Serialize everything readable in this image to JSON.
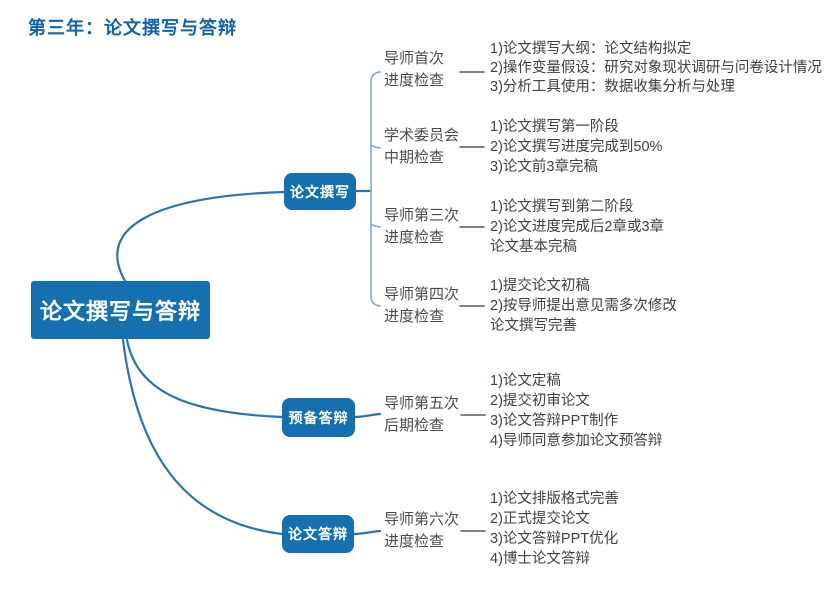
{
  "title": "第三年：论文撰写与答辩",
  "root": {
    "label": "论文撰写与答辩"
  },
  "colors": {
    "node_blue": "#1470AE",
    "title_blue": "#1463A6",
    "curve_blue": "#2B74AF",
    "bracket_blue": "#85AFD4",
    "connector_gray": "#565C61",
    "label_gray": "#474D51",
    "detail_gray": "#3D4245",
    "background": "#FFFFFF"
  },
  "branches": [
    {
      "label": "论文撰写",
      "children": [
        {
          "label_lines": [
            "导师首次",
            "进度检查"
          ],
          "details": [
            "1)论文撰写大纲：论文结构拟定",
            "2)操作变量假设：研究对象现状调研与问卷设计情况",
            "3)分析工具使用：数据收集分析与处理"
          ]
        },
        {
          "label_lines": [
            "学术委员会",
            "中期检查"
          ],
          "details": [
            "1)论文撰写第一阶段",
            "2)论文撰写进度完成到50%",
            "3)论文前3章完稿"
          ]
        },
        {
          "label_lines": [
            "导师第三次",
            "进度检查"
          ],
          "details": [
            "1)论文撰写到第二阶段",
            "2)论文进度完成后2章或3章",
            "论文基本完稿"
          ]
        },
        {
          "label_lines": [
            "导师第四次",
            "进度检查"
          ],
          "details": [
            "1)提交论文初稿",
            "2)按导师提出意见需多次修改",
            "论文撰写完善"
          ]
        }
      ]
    },
    {
      "label": "预备答辩",
      "children": [
        {
          "label_lines": [
            "导师第五次",
            "后期检查"
          ],
          "details": [
            "1)论文定稿",
            "2)提交初审论文",
            "3)论文答辩PPT制作",
            "4)导师同意参加论文预答辩"
          ]
        }
      ]
    },
    {
      "label": "论文答辩",
      "children": [
        {
          "label_lines": [
            "导师第六次",
            "进度检查"
          ],
          "details": [
            "1)论文排版格式完善",
            "2)正式提交论文",
            "3)论文答辩PPT优化",
            "4)博士论文答辩"
          ]
        }
      ]
    }
  ]
}
